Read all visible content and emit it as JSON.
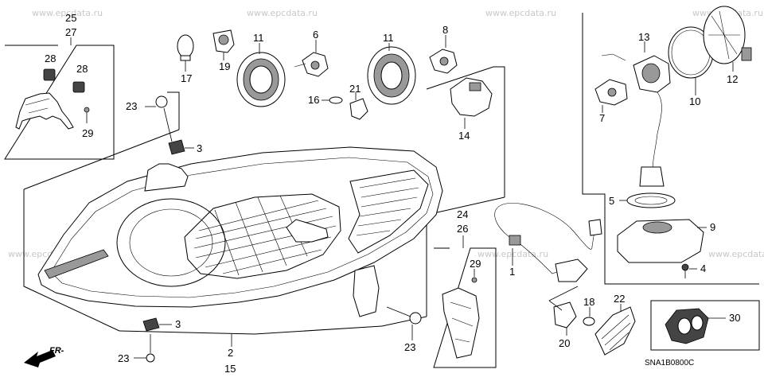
{
  "watermark": "www.epcdata.ru",
  "diagram_code": "SNA1B0800C",
  "direction_label": "FR-",
  "callouts": [
    {
      "id": "c25",
      "text": "25"
    },
    {
      "id": "c27",
      "text": "27"
    },
    {
      "id": "c28a",
      "text": "28"
    },
    {
      "id": "c28b",
      "text": "28"
    },
    {
      "id": "c29a",
      "text": "29"
    },
    {
      "id": "c17",
      "text": "17"
    },
    {
      "id": "c19",
      "text": "19"
    },
    {
      "id": "c11a",
      "text": "11"
    },
    {
      "id": "c6",
      "text": "6"
    },
    {
      "id": "c11b",
      "text": "11"
    },
    {
      "id": "c8",
      "text": "8"
    },
    {
      "id": "c21",
      "text": "21"
    },
    {
      "id": "c16",
      "text": "16"
    },
    {
      "id": "c23a",
      "text": "23"
    },
    {
      "id": "c3a",
      "text": "3"
    },
    {
      "id": "c14",
      "text": "14"
    },
    {
      "id": "c13",
      "text": "13"
    },
    {
      "id": "c12",
      "text": "12"
    },
    {
      "id": "c10",
      "text": "10"
    },
    {
      "id": "c7",
      "text": "7"
    },
    {
      "id": "c5",
      "text": "5"
    },
    {
      "id": "c9",
      "text": "9"
    },
    {
      "id": "c4",
      "text": "4"
    },
    {
      "id": "c24",
      "text": "24"
    },
    {
      "id": "c26",
      "text": "26"
    },
    {
      "id": "c29b",
      "text": "29"
    },
    {
      "id": "c1",
      "text": "1"
    },
    {
      "id": "c18",
      "text": "18"
    },
    {
      "id": "c22",
      "text": "22"
    },
    {
      "id": "c30",
      "text": "30"
    },
    {
      "id": "c20",
      "text": "20"
    },
    {
      "id": "c3b",
      "text": "3"
    },
    {
      "id": "c23b",
      "text": "23"
    },
    {
      "id": "c23c",
      "text": "23"
    },
    {
      "id": "c2",
      "text": "2"
    },
    {
      "id": "c15",
      "text": "15"
    }
  ]
}
